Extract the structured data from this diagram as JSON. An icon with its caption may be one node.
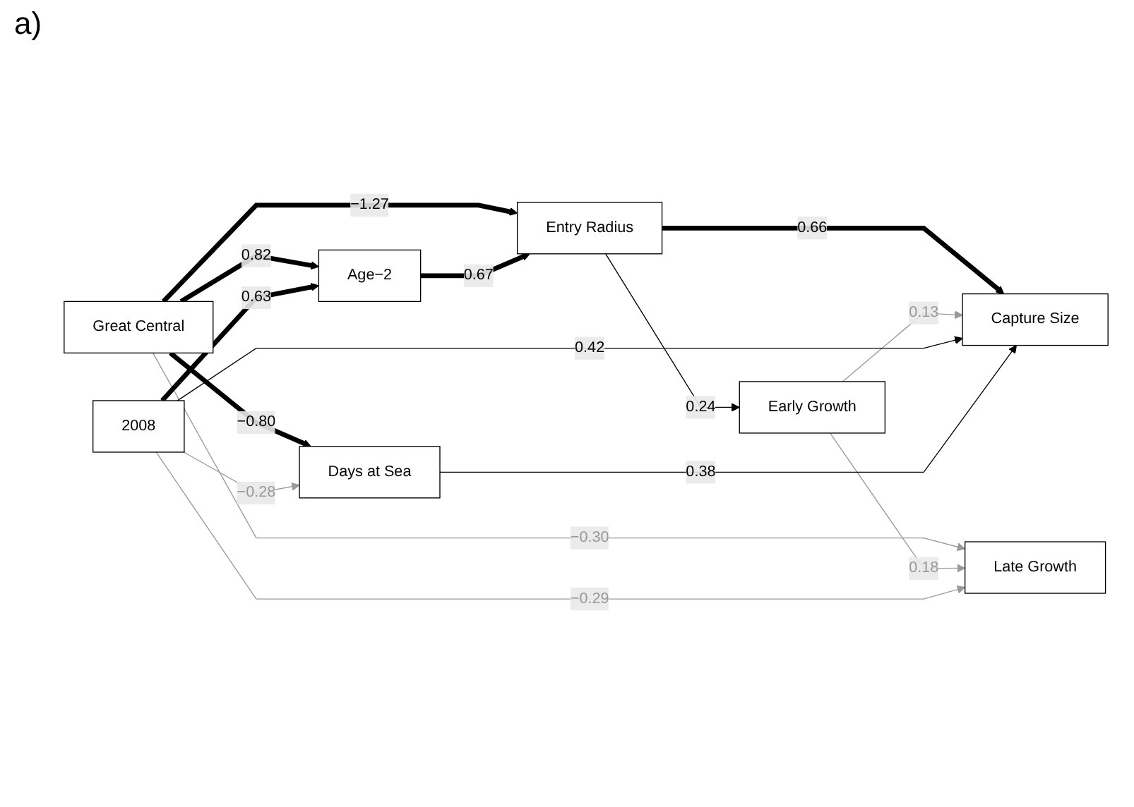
{
  "diagram": {
    "nodes": [
      {
        "text": [
          "Great Central"
        ]
      },
      {
        "text": [
          "Entry Radius"
        ]
      },
      {
        "text": [
          "Early Growth"
        ]
      },
      {
        "text": [
          "Age−2"
        ]
      },
      {
        "text": [
          "Late Growth"
        ]
      },
      {
        "text": [
          "Capture Size"
        ]
      },
      {
        "text": [
          "2008"
        ]
      },
      {
        "text": [
          "Days at Sea"
        ]
      }
    ],
    "edges": [
      {
        "from": 0,
        "to": 1,
        "arrow": "to",
        "label": "−1.27",
        "style": "thick"
      },
      {
        "from": 0,
        "to": 3,
        "arrow": "to",
        "label": "0.82",
        "style": "thick"
      },
      {
        "from": 0,
        "to": 7,
        "arrow": "to",
        "label": "−0.80",
        "style": "thick"
      },
      {
        "from": 0,
        "to": 4,
        "arrow": "to",
        "label": "−0.30",
        "color": "#999999"
      },
      {
        "from": 1,
        "to": 2,
        "arrow": "to",
        "label": "0.24"
      },
      {
        "from": 1,
        "to": 5,
        "arrow": "to",
        "label": "0.66",
        "style": "thick"
      },
      {
        "from": 2,
        "to": 5,
        "arrow": "to",
        "label": "0.13",
        "color": "#999999"
      },
      {
        "from": 2,
        "to": 4,
        "arrow": "to",
        "label": "0.18",
        "color": "#999999"
      },
      {
        "from": 3,
        "to": 1,
        "arrow": "to",
        "label": "0.67",
        "style": "thick"
      },
      {
        "from": 6,
        "to": 3,
        "arrow": "to",
        "label": "0.63",
        "style": "thick"
      },
      {
        "from": 6,
        "to": 4,
        "arrow": "to",
        "label": "−0.29",
        "color": "#999999"
      },
      {
        "from": 6,
        "to": 5,
        "arrow": "to",
        "label": "0.42"
      },
      {
        "from": 6,
        "to": 7,
        "arrow": "to",
        "label": "−0.28",
        "color": "#999999"
      },
      {
        "from": 7,
        "to": 5,
        "arrow": "to",
        "label": "0.38"
      }
    ],
    "labels": [
      "a)"
    ]
  }
}
